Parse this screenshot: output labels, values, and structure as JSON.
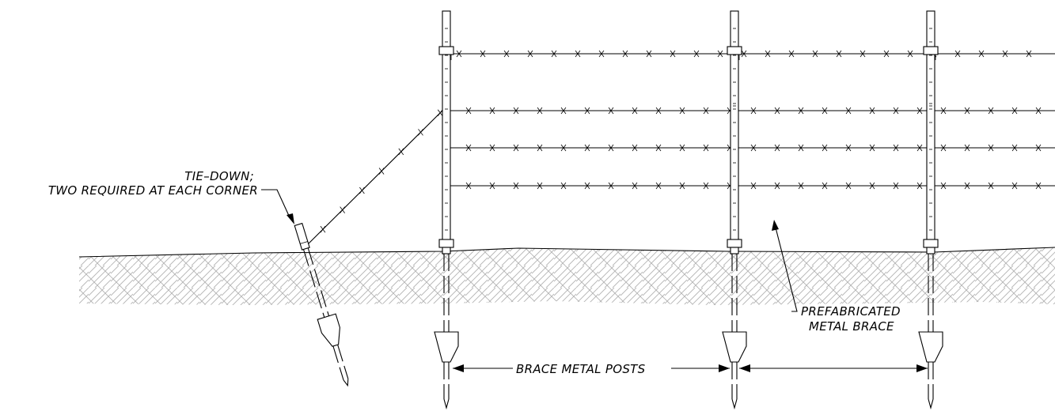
{
  "labels": {
    "tie_down_line1": "TIE–DOWN;",
    "tie_down_line2": "TWO REQUIRED AT EACH CORNER",
    "brace_line1": "PREFABRICATED",
    "brace_line2": "METAL BRACE",
    "posts": "BRACE METAL POSTS"
  },
  "colors": {
    "line": "#000000",
    "soil_hatch": "#b5b5b5",
    "background": "#ffffff"
  },
  "fence": {
    "post_count": 3,
    "barbed_wire_strands": 4
  }
}
